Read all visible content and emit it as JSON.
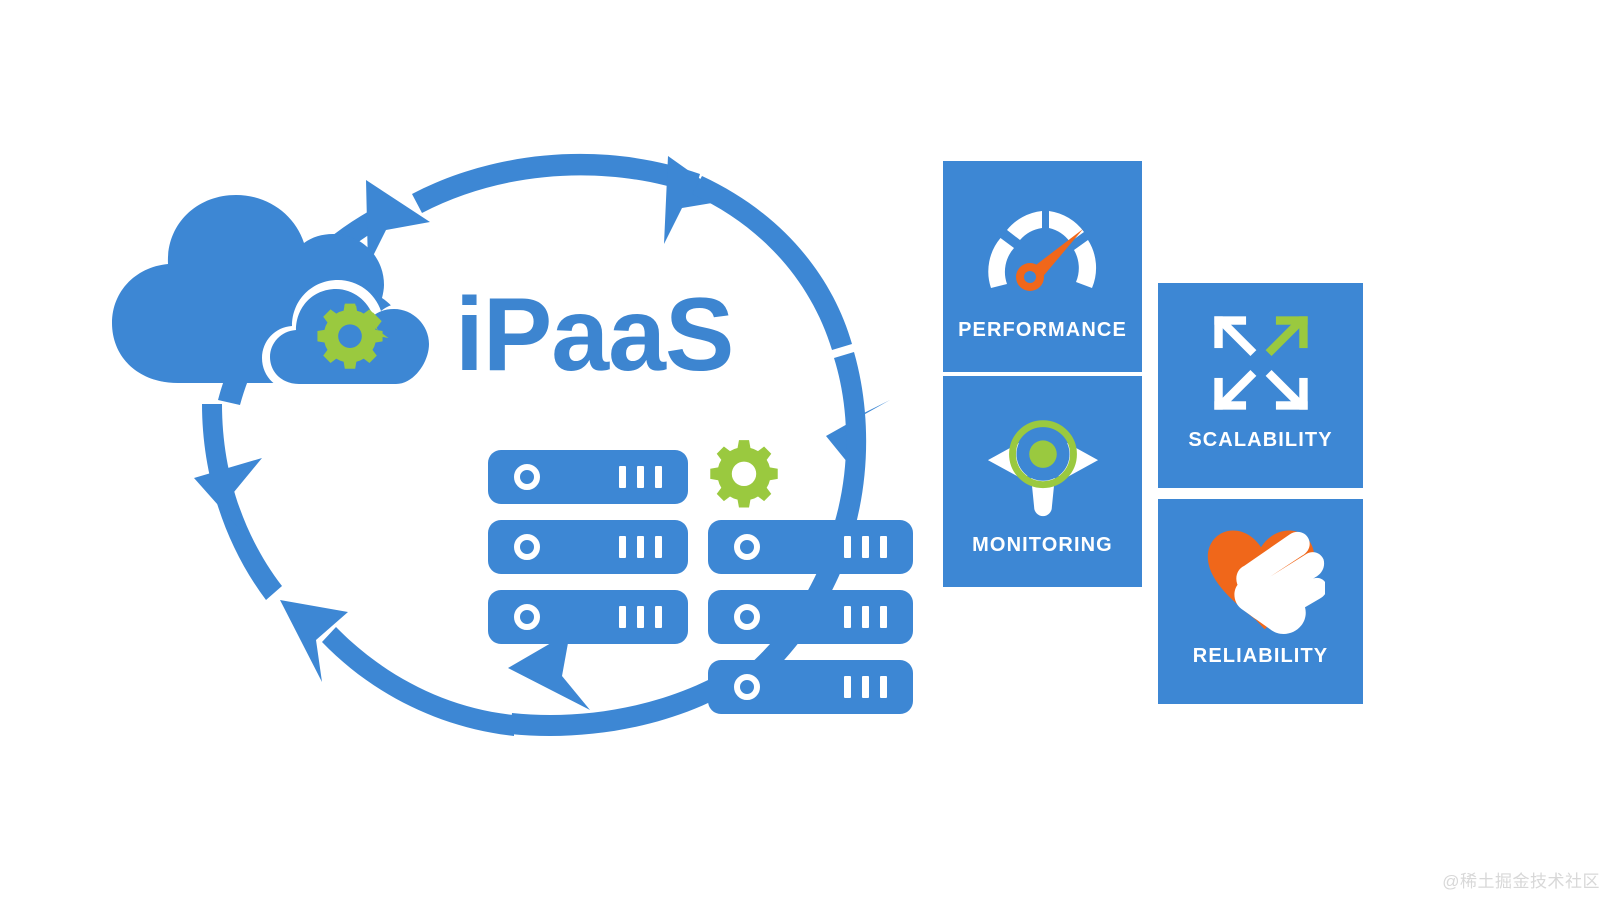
{
  "diagram": {
    "title": "iPaaS",
    "center_label": "iPaaS",
    "watermark": "@稀土掘金技术社区"
  },
  "colors": {
    "blue": "#3d87d4",
    "blue_text": "#3d85d0",
    "green": "#9ac93f",
    "orange": "#f0671a",
    "white": "#ffffff",
    "background": "#ffffff",
    "watermark": "#d8d8d8"
  },
  "cloud": {
    "name": "cloud-with-gear",
    "back_cloud": "large-cloud",
    "front_cloud": "small-cloud",
    "gear": "green-gear"
  },
  "flow": {
    "name": "circular-process-arrows",
    "direction": "counter-clockwise",
    "arrow_count": 6
  },
  "servers": {
    "gear_icon": "green-gear",
    "left_stack": [
      {
        "led": "power-indicator",
        "bars": 3
      },
      {
        "led": "power-indicator",
        "bars": 3
      },
      {
        "led": "power-indicator",
        "bars": 3
      }
    ],
    "right_stack": [
      {
        "led": "power-indicator",
        "bars": 3
      },
      {
        "led": "power-indicator",
        "bars": 3
      },
      {
        "led": "power-indicator",
        "bars": 3
      }
    ]
  },
  "tiles": [
    {
      "id": "performance",
      "label": "PERFORMANCE",
      "icon": "speedometer-icon",
      "icon_accent": "#f0671a"
    },
    {
      "id": "monitoring",
      "label": "MONITORING",
      "icon": "eye-magnifier-icon",
      "icon_accent": "#9ac93f"
    },
    {
      "id": "scalability",
      "label": "SCALABILITY",
      "icon": "expand-arrows-icon",
      "icon_accent": "#9ac93f"
    },
    {
      "id": "reliability",
      "label": "RELIABILITY",
      "icon": "heart-hand-icon",
      "icon_accent": "#f0671a"
    }
  ]
}
